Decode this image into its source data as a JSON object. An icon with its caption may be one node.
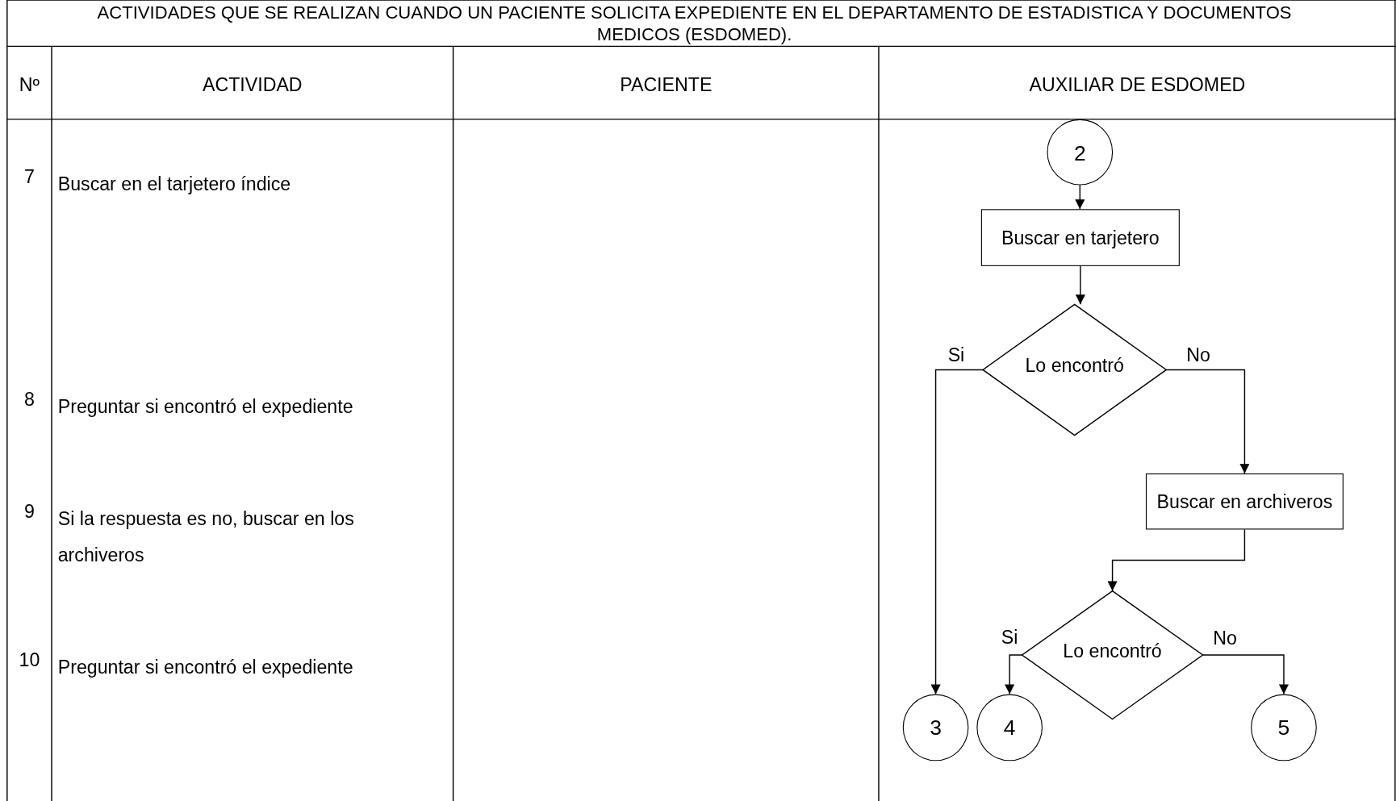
{
  "diagram": {
    "title": "ACTIVIDADES QUE SE REALIZAN CUANDO UN PACIENTE SOLICITA  EXPEDIENTE EN EL DEPARTAMENTO DE ESTADISTICA Y DOCUMENTOS MEDICOS (ESDOMED).",
    "nodes": [
      {
        "text": [
          "2"
        ]
      },
      {
        "text": [
          "Buscar en tarjetero"
        ]
      },
      {
        "text": [
          "Lo encontró"
        ]
      },
      {
        "text": [
          "Buscar en archiveros"
        ]
      },
      {
        "text": [
          "Lo encontró"
        ]
      },
      {
        "text": [
          "3"
        ]
      },
      {
        "text": [
          "4"
        ]
      },
      {
        "text": [
          "5"
        ]
      }
    ],
    "edges": [
      {
        "from": 0,
        "to": 1,
        "arrow": "to"
      },
      {
        "from": 1,
        "to": 2,
        "arrow": "to"
      },
      {
        "from": 2,
        "to": 5,
        "arrow": "to",
        "label": "Si"
      },
      {
        "from": 2,
        "to": 3,
        "arrow": "to",
        "label": "No"
      },
      {
        "from": 3,
        "to": 4,
        "arrow": "to"
      },
      {
        "from": 4,
        "to": 6,
        "arrow": "to",
        "label": "Si"
      },
      {
        "from": 4,
        "to": 7,
        "arrow": "to",
        "label": "No"
      }
    ],
    "labels": [
      "Nº",
      "ACTIVIDAD",
      "PACIENTE",
      "AUXILIAR DE ESDOMED",
      "7",
      "Buscar en el tarjetero índice",
      "8",
      "Preguntar si encontró el expediente",
      "9",
      "Si la respuesta es no, buscar en los archiveros",
      "10",
      "Preguntar si encontró el expediente"
    ]
  }
}
